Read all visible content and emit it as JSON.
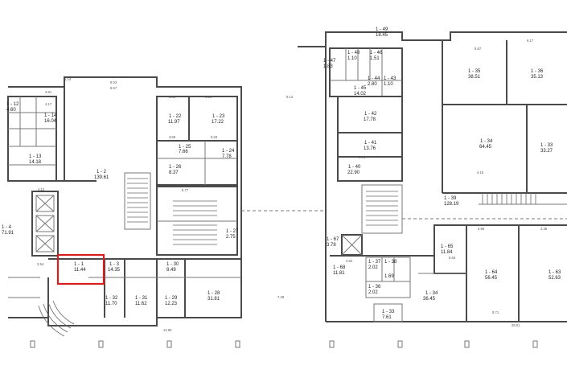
{
  "plan": {
    "highlight_color": "#d61f1f",
    "wall_color": "#4a4a4a",
    "rooms_left": [
      {
        "id": "1 - 12",
        "area": "4.60"
      },
      {
        "id": "1 - 14",
        "area": "16.04"
      },
      {
        "id": "1 - 13",
        "area": "14.18"
      },
      {
        "id": "1 - 2",
        "area": "139.61"
      },
      {
        "id": "1 - 22",
        "area": "11.97"
      },
      {
        "id": "1 - 23",
        "area": "17.22"
      },
      {
        "id": "1 - 25",
        "area": "7.66"
      },
      {
        "id": "1 - 24",
        "area": "7.78"
      },
      {
        "id": "1 - 26",
        "area": "8.37"
      },
      {
        "id": "1 - 4",
        "area": "71.91"
      },
      {
        "id": "1 - 1",
        "area": "11.44"
      },
      {
        "id": "1 - 3",
        "area": "14.35"
      },
      {
        "id": "1 - 30",
        "area": "8.49"
      },
      {
        "id": "1 - 27",
        "area": "2.75"
      },
      {
        "id": "1 - 28",
        "area": "31.81"
      },
      {
        "id": "1 - 32",
        "area": "11.70"
      },
      {
        "id": "1 - 31",
        "area": "11.62"
      },
      {
        "id": "1 - 29",
        "area": "12.23"
      }
    ],
    "rooms_right": [
      {
        "id": "1 - 49",
        "area": "18.45"
      },
      {
        "id": "1 - 47",
        "area": "1.83"
      },
      {
        "id": "1 - 48",
        "area": "1.10"
      },
      {
        "id": "1 - 46",
        "area": "1.51"
      },
      {
        "id": "1 - 45",
        "area": "14.02"
      },
      {
        "id": "1 - 44",
        "area": "2.80"
      },
      {
        "id": "1 - 43",
        "area": "1.10"
      },
      {
        "id": "1 - 42",
        "area": "17.78"
      },
      {
        "id": "1 - 41",
        "area": "13.76"
      },
      {
        "id": "1 - 40",
        "area": "22.90"
      },
      {
        "id": "1 - 35",
        "area": "38.51"
      },
      {
        "id": "1 - 36",
        "area": "35.13"
      },
      {
        "id": "1 - 34",
        "area": "64.45"
      },
      {
        "id": "1 - 33",
        "area": "33.27"
      },
      {
        "id": "1 - 39",
        "area": "128.19"
      },
      {
        "id": "1 - 67",
        "area": "3.78"
      },
      {
        "id": "1 - 68",
        "area": "11.81"
      },
      {
        "id": "1 - 38",
        "area": "1.69"
      },
      {
        "id": "1 - 37",
        "area": "2.02"
      },
      {
        "id": "1 - 36",
        "area": "2.02"
      },
      {
        "id": "1 - 65",
        "area": "11.84"
      },
      {
        "id": "1 - 64",
        "area": "56.45"
      },
      {
        "id": "1 - 63",
        "area": "52.63"
      },
      {
        "id": "1 - 34",
        "area": "36.45"
      },
      {
        "id": "1 - 33",
        "area": "7.61"
      }
    ],
    "dimensions": {
      "d1": "9.03",
      "d2": "8.57",
      "d3": "6.24",
      "d4": "3.91",
      "d5": "4.17",
      "d6": "3.34",
      "d7": "6.25",
      "d8": "6.67",
      "d9": "5.03",
      "d10": "3.55",
      "d11": "8.77",
      "d12": "4.12",
      "d13": "3.54",
      "d14": "12.90",
      "d15": "28.01",
      "d16": "9.14",
      "d17": "3.96",
      "d18": "3.36",
      "d19": "4.62",
      "d20": "7.29",
      "d21": "6.63",
      "d22": "4.75",
      "d23": "4.15",
      "d24": "8.71",
      "d25": "6.17"
    }
  }
}
